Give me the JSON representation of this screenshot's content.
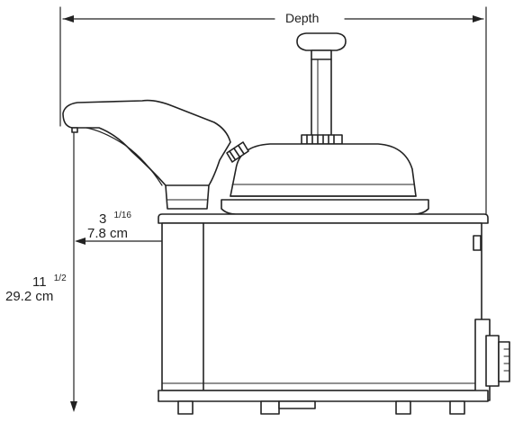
{
  "diagram": {
    "depth_label": "Depth",
    "offset": {
      "whole": "3",
      "fraction": "1/16",
      "metric": "7.8 cm"
    },
    "height": {
      "whole": "11",
      "fraction": "1/2",
      "metric": "29.2 cm"
    }
  },
  "colors": {
    "line": "#222222",
    "background": "#ffffff"
  }
}
